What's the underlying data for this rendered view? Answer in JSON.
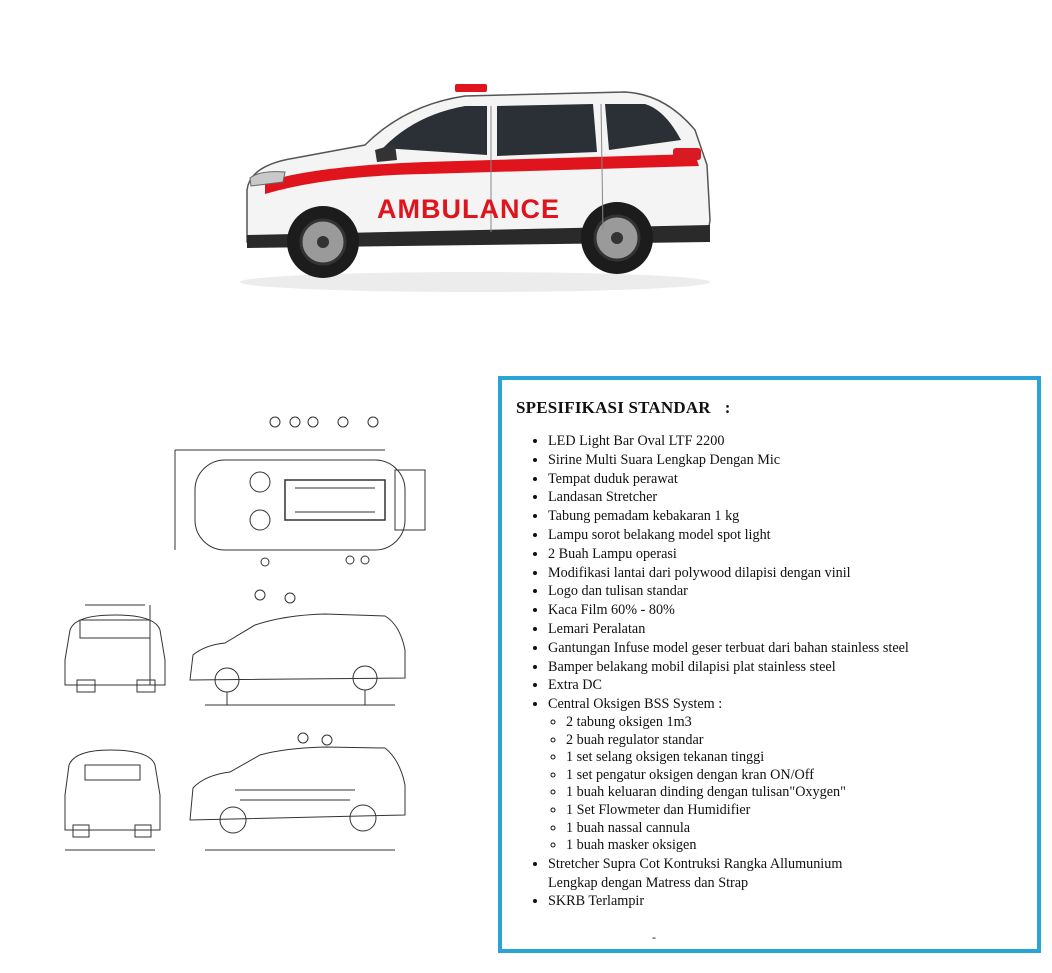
{
  "hero": {
    "vehicle_text": "AMBULANCE",
    "colors": {
      "body": "#f4f4f4",
      "stripe": "#e0141c",
      "window": "#2b2f36",
      "tire": "#1c1c1c"
    }
  },
  "spec": {
    "title": "SPESIFIKASI STANDAR",
    "colon": ":",
    "items": [
      "LED Light Bar Oval LTF 2200",
      "Sirine Multi Suara Lengkap Dengan Mic",
      "Tempat duduk perawat",
      "Landasan Stretcher",
      "Tabung pemadam kebakaran 1 kg",
      "Lampu sorot belakang model spot light",
      "2 Buah Lampu operasi",
      "Modifikasi lantai dari polywood dilapisi dengan vinil",
      "Logo dan tulisan standar",
      "Kaca Film 60% - 80%",
      "Lemari Peralatan",
      "Gantungan Infuse model geser terbuat dari bahan stainless steel",
      "Bamper belakang mobil dilapisi plat stainless steel",
      "Extra DC"
    ],
    "oxygen": {
      "label": "Central Oksigen BSS System :",
      "subitems": [
        "2 tabung oksigen 1m3",
        "2 buah regulator standar",
        "1 set selang oksigen tekanan tinggi",
        "1 set pengatur oksigen dengan kran ON/Off",
        "1 buah keluaran dinding dengan tulisan\"Oxygen\"",
        "1 Set Flowmeter dan Humidifier",
        "1 buah nassal cannula",
        "1 buah masker oksigen"
      ]
    },
    "stretcher": {
      "line1": "Stretcher Supra Cot Kontruksi Rangka Allumunium",
      "line2": "Lengkap dengan Matress dan Strap"
    },
    "last_item": "SKRB Terlampir",
    "footer_mark": "-"
  },
  "accent_color": "#2aa3d6"
}
